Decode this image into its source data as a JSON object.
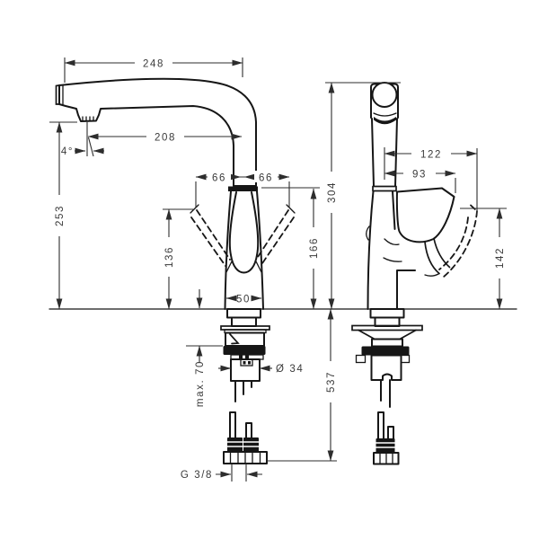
{
  "drawing": {
    "kind": "faucet-installation-dimension-drawing",
    "units": "mm",
    "dims": {
      "reach_total": "248",
      "reach_to_aerator": "208",
      "aerator_angle": "4°",
      "height_to_outlet": "253",
      "swivel_left": "66",
      "swivel_right": "66",
      "lever_clearance_height": "136",
      "spout_joint_height": "166",
      "total_height": "304",
      "base_width": "50",
      "lever_reach_max": "122",
      "lever_reach": "93",
      "lever_tip_height": "142",
      "max_mounting_thickness": "max. 70",
      "tap_hole_diameter": "Ø 34",
      "hose_length": "537",
      "hose_thread": "G 3/8"
    }
  }
}
